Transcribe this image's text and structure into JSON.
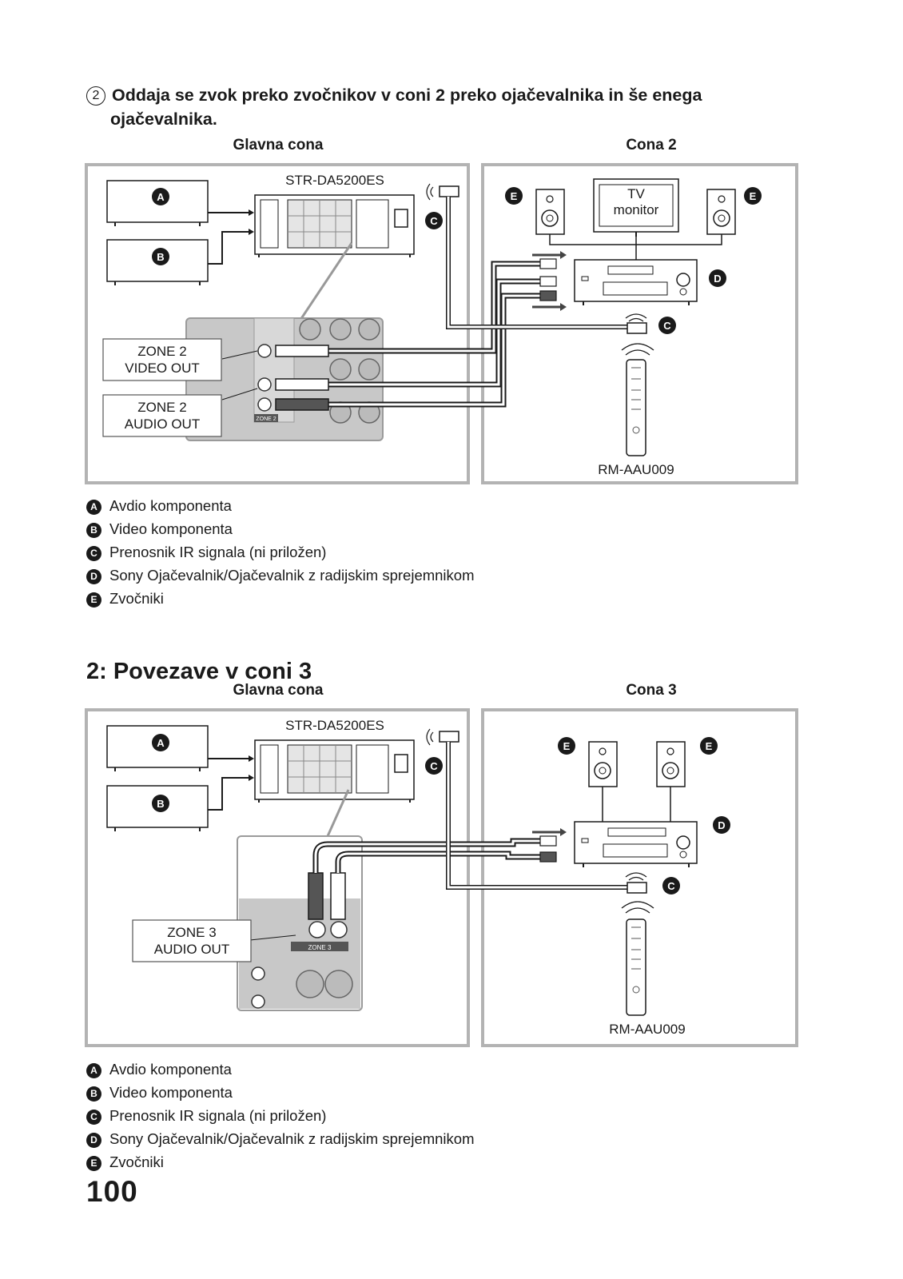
{
  "subsection": {
    "number": "2",
    "title_line1": "Oddaja se zvok preko zvočnikov v coni 2 preko ojačevalnika in še enega",
    "title_line2": "ojačevalnika."
  },
  "diagram1": {
    "left_label": "Glavna cona",
    "right_label": "Cona 2",
    "receiver_model": "STR-DA5200ES",
    "tv_line1": "TV",
    "tv_line2": "monitor",
    "callout1_line1": "ZONE 2",
    "callout1_line2": "VIDEO OUT",
    "callout2_line1": "ZONE 2",
    "callout2_line2": "AUDIO OUT",
    "remote_model": "RM-AAU009",
    "jack_label": "ZONE 2",
    "marker_a": "A",
    "marker_b": "B",
    "marker_c": "C",
    "marker_d": "D",
    "marker_e": "E"
  },
  "legend1": [
    {
      "marker": "A",
      "text": "Avdio komponenta"
    },
    {
      "marker": "B",
      "text": "Video komponenta"
    },
    {
      "marker": "C",
      "text": "Prenosnik IR signala (ni priložen)"
    },
    {
      "marker": "D",
      "text": "Sony Ojačevalnik/Ojačevalnik z radijskim sprejemnikom"
    },
    {
      "marker": "E",
      "text": "Zvočniki"
    }
  ],
  "section": {
    "title": "2: Povezave v coni 3"
  },
  "diagram2": {
    "left_label": "Glavna cona",
    "right_label": "Cona 3",
    "receiver_model": "STR-DA5200ES",
    "callout1_line1": "ZONE 3",
    "callout1_line2": "AUDIO OUT",
    "remote_model": "RM-AAU009",
    "jack_label": "ZONE 3",
    "marker_a": "A",
    "marker_b": "B",
    "marker_c": "C",
    "marker_d": "D",
    "marker_e": "E"
  },
  "legend2": [
    {
      "marker": "A",
      "text": "Avdio komponenta"
    },
    {
      "marker": "B",
      "text": "Video komponenta"
    },
    {
      "marker": "C",
      "text": "Prenosnik IR signala (ni priložen)"
    },
    {
      "marker": "D",
      "text": "Sony Ojačevalnik/Ojačevalnik z radijskim sprejemnikom"
    },
    {
      "marker": "E",
      "text": "Zvočniki"
    }
  ],
  "page_number": "100",
  "colors": {
    "frame": "#b3b3b3",
    "panel": "#c8c8c8",
    "ink": "#1a1a1a"
  }
}
